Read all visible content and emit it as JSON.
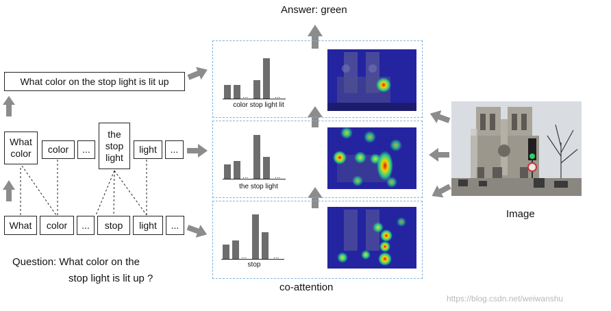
{
  "answer": "Answer: green",
  "question_line1": "Question: What color on the",
  "question_line2": "stop light is lit up  ?",
  "sentence": "What color on the stop light is lit up",
  "phrase_boxes": [
    "What\ncolor",
    "color",
    "...",
    "the\nstop\nlight",
    "light",
    "..."
  ],
  "word_boxes": [
    "What",
    "color",
    "...",
    "stop",
    "light",
    "..."
  ],
  "panels": [
    {
      "label": "color stop light lit",
      "dots": "...",
      "bars": [
        0.28,
        0.28,
        0.38,
        0.84
      ]
    },
    {
      "label": "the stop light",
      "dots": "...",
      "bars": [
        0.29,
        0.36,
        0.89,
        0.44
      ]
    },
    {
      "label": "stop",
      "dots": "...",
      "bars": [
        0.29,
        0.38,
        0.9,
        0.54
      ]
    }
  ],
  "co_attention_label": "co-attention",
  "image_label": "Image",
  "watermark": "https://blog.csdn.net/weiwanshu",
  "colors": {
    "arrow": "#8c8c8c",
    "bar": "#6d6d6d",
    "panel_border": "#7fb2dc"
  }
}
